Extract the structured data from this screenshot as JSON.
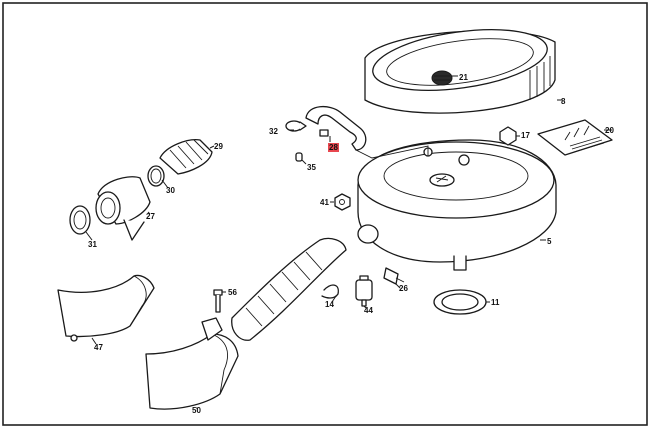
{
  "diagram": {
    "type": "parts-exploded-view",
    "highlight_color": "#e8474f",
    "highlighted_part": "28",
    "labels": {
      "p5": "5",
      "p8": "8",
      "p11": "11",
      "p14": "14",
      "p17": "17",
      "p20": "20",
      "p21": "21",
      "p26": "26",
      "p27": "27",
      "p28": "28",
      "p29": "29",
      "p30": "30",
      "p31": "31",
      "p32": "32",
      "p35": "35",
      "p41": "41",
      "p44": "44",
      "p47": "47",
      "p50": "50",
      "p56": "56"
    }
  }
}
